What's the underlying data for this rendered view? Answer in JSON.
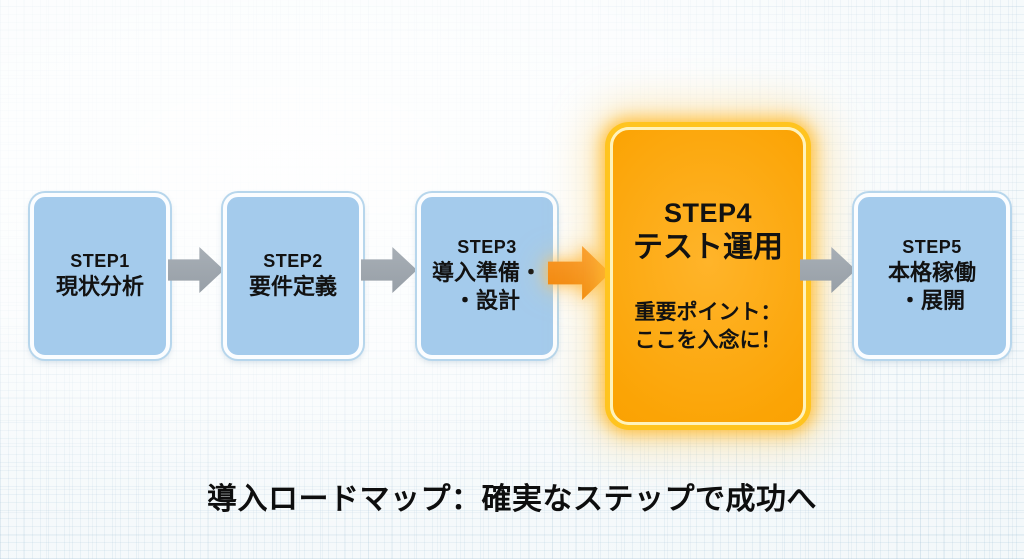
{
  "diagram": {
    "caption": "導入ロードマップ：確実なステップで成功へ",
    "steps": [
      {
        "label": "STEP1",
        "title_lines": [
          "現状分析"
        ],
        "highlighted": false
      },
      {
        "label": "STEP2",
        "title_lines": [
          "要件定義"
        ],
        "highlighted": false
      },
      {
        "label": "STEP3",
        "title_lines": [
          "導入準備・",
          "・設計"
        ],
        "highlighted": false
      },
      {
        "label": "STEP4",
        "title_lines": [
          "テスト運用"
        ],
        "note_lines": [
          "重要ポイント：",
          "ここを入念に！"
        ],
        "highlighted": true
      },
      {
        "label": "STEP5",
        "title_lines": [
          "本格稼働",
          "・展開"
        ],
        "highlighted": false
      }
    ],
    "colors": {
      "background_base": "#f3f8fa",
      "grid_line": "#c7dbe7",
      "step_box_fill": "#a4cbec",
      "step_box_ring": "#fbfdff",
      "step_box_edge": "#b7d6ec",
      "highlight_fill": "#fba405",
      "highlight_ring_gold": "#ffc41f",
      "highlight_ring_inner": "#fff3bb",
      "highlight_glow": "#ffcd5f",
      "arrow_gray": "#9ba3ab",
      "arrow_orange": "#f08507",
      "text": "#121212"
    }
  }
}
